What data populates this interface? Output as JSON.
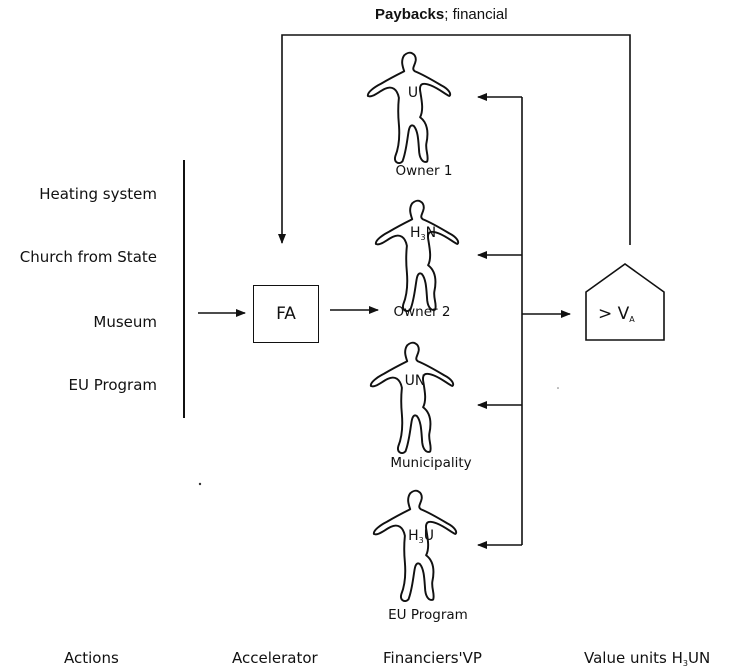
{
  "title": {
    "bold": "Paybacks",
    "rest": "; financial"
  },
  "actions": [
    "Heating system",
    "Church from State",
    "Museum",
    "EU Program"
  ],
  "accelerator_box": "FA",
  "value_box": {
    "prefix": "> V",
    "sub": "A"
  },
  "persons": [
    {
      "name": "Owner 1",
      "symbol": "U",
      "symbol_parts": [
        "U"
      ]
    },
    {
      "name": "Owner 2",
      "symbol": "H3N",
      "symbol_parts": [
        "H",
        "3",
        "N"
      ]
    },
    {
      "name": "Municipality",
      "symbol": "UN",
      "symbol_parts": [
        "UN"
      ]
    },
    {
      "name": "EU Program",
      "symbol": "H3U",
      "symbol_parts": [
        "H",
        "3",
        "U"
      ]
    }
  ],
  "bottom_labels": {
    "actions": "Actions",
    "accelerator": "Accelerator",
    "financiers": "Financiers'VP",
    "value_units_prefix": "Value units H",
    "value_units_sub": "3",
    "value_units_suffix": "UN"
  }
}
